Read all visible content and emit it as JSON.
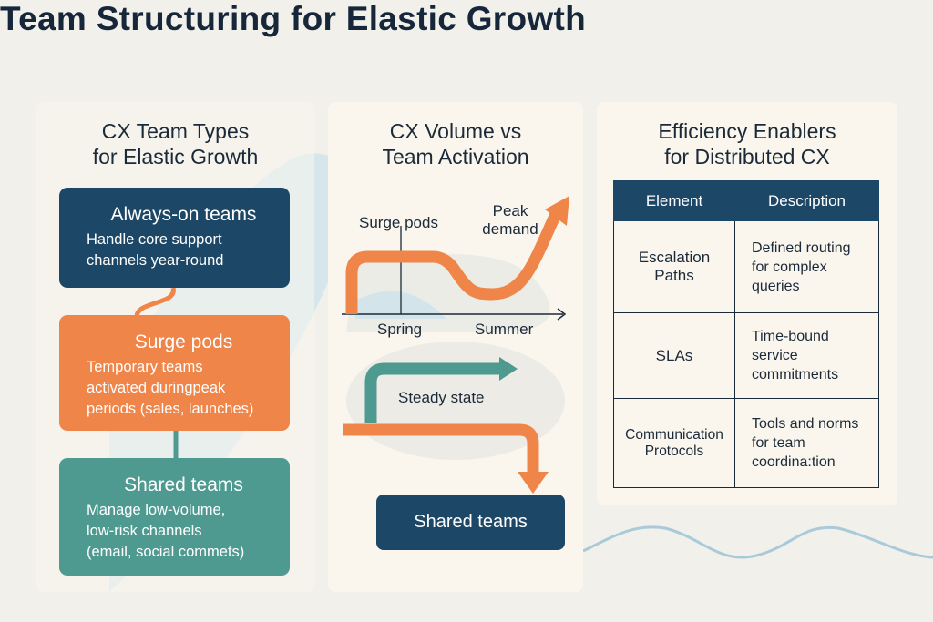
{
  "title": "Team Structuring for Elastic Growth",
  "colors": {
    "navy": "#1c4766",
    "orange": "#ef8548",
    "teal": "#4e9a90",
    "panel": "#faf6ee",
    "background": "#f1f0eb",
    "accent_blue": "#a9cbd9"
  },
  "left": {
    "title_line1": "CX Team Types",
    "title_line2": "for Elastic Growth",
    "boxes": [
      {
        "heading": "Always-on teams",
        "lines": [
          "Handle core support",
          "channels year-round"
        ]
      },
      {
        "heading": "Surge pods",
        "lines": [
          "Temporary teams",
          "activated duringpeak",
          "periods (sales, launches)"
        ]
      },
      {
        "heading": "Shared teams",
        "lines": [
          "Manage low-volume,",
          "low-risk channels",
          "(email, social commets)"
        ]
      }
    ]
  },
  "middle": {
    "title_line1": "CX Volume vs",
    "title_line2": "Team Activation",
    "surge_label": "Surge pods",
    "peak_line1": "Peak",
    "peak_line2": "demand",
    "x_labels": [
      "Spring",
      "Summer"
    ],
    "steady_label": "Steady state",
    "shared_label": "Shared teams"
  },
  "right": {
    "title_line1": "Efficiency Enablers",
    "title_line2": "for Distributed CX",
    "headers": [
      "Element",
      "Description"
    ],
    "rows": [
      {
        "element": [
          "Escalation",
          "Paths"
        ],
        "description": [
          "Defined routing",
          "for complex",
          "queries"
        ]
      },
      {
        "element": [
          "SLAs"
        ],
        "description": [
          "Time-bound",
          "service",
          "commitments"
        ]
      },
      {
        "element": [
          "Communication",
          "Protocols"
        ],
        "description": [
          "Tools and norms",
          "for team",
          "coordina:tion"
        ]
      }
    ]
  }
}
